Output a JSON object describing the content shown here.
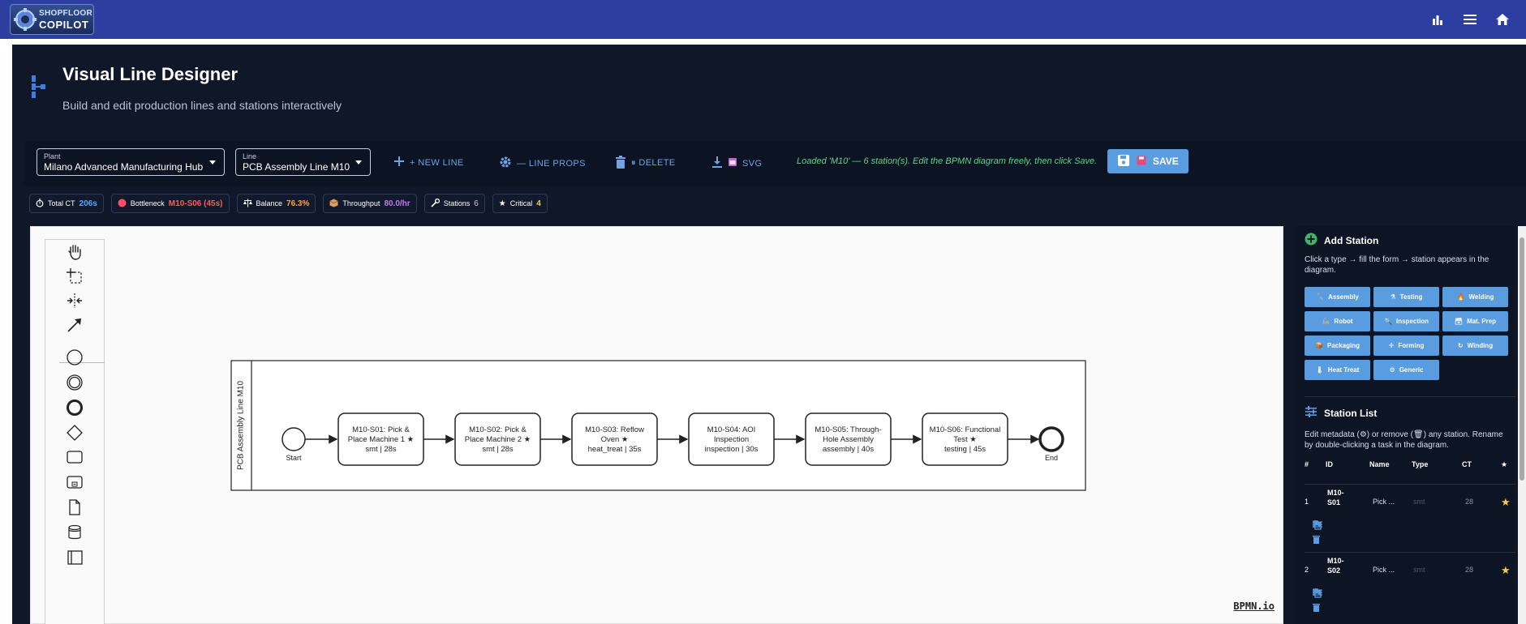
{
  "app": {
    "logo_line1": "SHOPFLOOR",
    "logo_line2": "COPILOT",
    "bar_color": "#2c3e9f",
    "icons": [
      "bar-chart-icon",
      "menu-icon",
      "home-icon"
    ]
  },
  "header": {
    "title": "Visual Line Designer",
    "subtitle": "Build and edit production lines and stations interactively"
  },
  "toolbar": {
    "plant_label": "Plant",
    "plant_value": "Milano Advanced Manufacturing Hub",
    "line_label": "Line",
    "line_value": "PCB Assembly Line M10",
    "new_line": "+ NEW LINE",
    "line_props": "— LINE PROPS",
    "delete": "⏸ DELETE",
    "svg": "SVG",
    "status": "Loaded 'M10' — 6 station(s). Edit the BPMN diagram freely, then click Save.",
    "save": "SAVE",
    "accent": "#5a9ce0"
  },
  "kpis": [
    {
      "label": "Total CT",
      "value": "206s",
      "color": "#5aa8ff"
    },
    {
      "label": "Bottleneck",
      "value": "M10-S06 (45s)",
      "color": "#ff5a5a"
    },
    {
      "label": "Balance",
      "value": "76.3%",
      "color": "#ffa53a"
    },
    {
      "label": "Throughput",
      "value": "80.0/hr",
      "color": "#c07ae8"
    },
    {
      "label": "Stations",
      "value": "6",
      "color": "#c8ced8"
    },
    {
      "label": "Critical",
      "value": "4",
      "color": "#ffc940"
    }
  ],
  "diagram": {
    "pool_label": "PCB Assembly Line M10",
    "start_label": "Start",
    "end_label": "End",
    "tasks": [
      {
        "lines": [
          "M10-S01: Pick &",
          "Place Machine 1 ★",
          "smt | 28s"
        ]
      },
      {
        "lines": [
          "M10-S02: Pick &",
          "Place Machine 2 ★",
          "smt | 28s"
        ]
      },
      {
        "lines": [
          "M10-S03: Reflow",
          "Oven ★",
          "heat_treat | 35s"
        ]
      },
      {
        "lines": [
          "M10-S04: AOI",
          "Inspection",
          "inspection | 30s"
        ]
      },
      {
        "lines": [
          "M10-S05: Through-",
          "Hole Assembly",
          "assembly | 40s"
        ]
      },
      {
        "lines": [
          "M10-S06: Functional",
          "Test ★",
          "testing | 45s"
        ]
      }
    ],
    "watermark": "BPMN.io",
    "palette": [
      "hand-tool-icon",
      "lasso-tool-icon",
      "space-tool-icon",
      "connect-tool-icon",
      "start-event-icon",
      "intermediate-event-icon",
      "end-event-icon",
      "gateway-icon",
      "task-icon",
      "subprocess-icon",
      "data-object-icon",
      "data-store-icon",
      "pool-icon"
    ]
  },
  "add_station": {
    "title": "Add Station",
    "hint": "Click a type → fill the form → station appears in the diagram.",
    "types": [
      "Assembly",
      "Testing",
      "Welding",
      "Robot",
      "Inspection",
      "Mat. Prep",
      "Packaging",
      "Forming",
      "Winding",
      "Heat Treat",
      "Generic"
    ]
  },
  "station_list": {
    "title": "Station List",
    "hint": "Edit metadata (⚙) or remove (🗑) any station. Rename by double-clicking a task in the diagram.",
    "columns": [
      "#",
      "ID",
      "Name",
      "Type",
      "CT",
      "★"
    ],
    "rows": [
      {
        "num": "1",
        "id_l1": "M10-",
        "id_l2": "S01",
        "name": "Pick ...",
        "type": "smt",
        "ct": "28",
        "critical": "★"
      },
      {
        "num": "2",
        "id_l1": "M10-",
        "id_l2": "S02",
        "name": "Pick ...",
        "type": "smt",
        "ct": "28",
        "critical": "★"
      }
    ]
  }
}
